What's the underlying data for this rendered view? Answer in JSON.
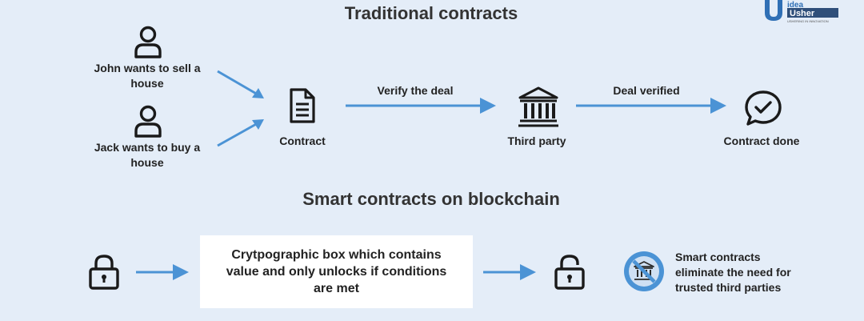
{
  "traditional": {
    "title": "Traditional contracts",
    "john_line1": "John wants to sell a",
    "john_line2": "house",
    "jack_line1": "Jack wants to buy a",
    "jack_line2": "house",
    "contract": "Contract",
    "verify_deal": "Verify the deal",
    "third_party": "Third party",
    "deal_verified": "Deal verified",
    "contract_done": "Contract done"
  },
  "smart": {
    "title": "Smart contracts on blockchain",
    "box_line1": "Crytpographic box which contains",
    "box_line2": "value and only unlocks if conditions",
    "box_line3": "are met",
    "note_line1": "Smart contracts",
    "note_line2": "eliminate the need for",
    "note_line3": "trusted third parties"
  },
  "logo": {
    "top_text": "idea",
    "main_text": "Usher",
    "tagline": "USHERING IN INNOVATION"
  },
  "colors": {
    "background": "#e4edf8",
    "arrow": "#4b93d5",
    "icon": "#1a1a1a",
    "logo_blue": "#2f6fb5"
  },
  "icons": [
    "user-icon",
    "document-icon",
    "bank-building-icon",
    "chat-check-icon",
    "padlock-locked-icon",
    "padlock-unlocked-icon",
    "no-bank-icon"
  ]
}
